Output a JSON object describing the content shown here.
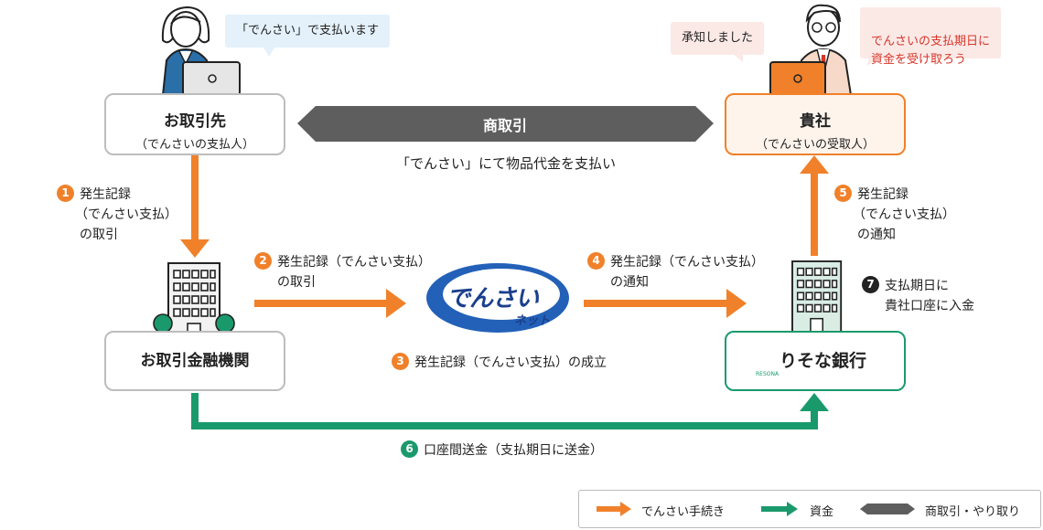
{
  "colors": {
    "orange": "#f0812a",
    "green": "#1a9a6c",
    "gray": "#5e5e5e",
    "bubble_blue": "#e4f1fb",
    "bubble_pink": "#fbe9e6",
    "notice_red": "#d7362a"
  },
  "payer": {
    "bubble": "「でんさい」で支払います",
    "title": "お取引先",
    "subtitle": "（でんさいの支払人）"
  },
  "payee": {
    "bubble_ack": "承知しました",
    "bubble_note": "でんさいの支払期日に\n資金を受け取ろう",
    "title": "貴社",
    "subtitle": "（でんさいの受取人）"
  },
  "trade": {
    "arrow_label": "商取引",
    "caption": "「でんさい」にて物品代金を支払い"
  },
  "payer_bank": {
    "label": "お取引金融機関"
  },
  "payee_bank": {
    "logo_text": "りそな銀行",
    "logo_small": "RESONA"
  },
  "densai_logo": {
    "main": "でんさい",
    "sub": "ネット"
  },
  "steps": [
    {
      "num": "1",
      "lines": [
        "発生記録",
        "（でんさい支払）",
        "の取引"
      ]
    },
    {
      "num": "2",
      "lines": [
        "発生記録（でんさい支払）",
        "の取引"
      ]
    },
    {
      "num": "3",
      "lines": [
        "発生記録（でんさい支払）の成立"
      ]
    },
    {
      "num": "4",
      "lines": [
        "発生記録（でんさい支払）",
        "の通知"
      ]
    },
    {
      "num": "5",
      "lines": [
        "発生記録",
        "（でんさい支払）",
        "の通知"
      ]
    },
    {
      "num": "6",
      "lines": [
        "口座間送金（支払期日に送金）"
      ]
    },
    {
      "num": "7",
      "lines": [
        "支払期日に",
        "貴社口座に入金"
      ]
    }
  ],
  "legend": {
    "procedure": "でんさい手続き",
    "funds": "資金",
    "trade": "商取引・やり取り"
  }
}
